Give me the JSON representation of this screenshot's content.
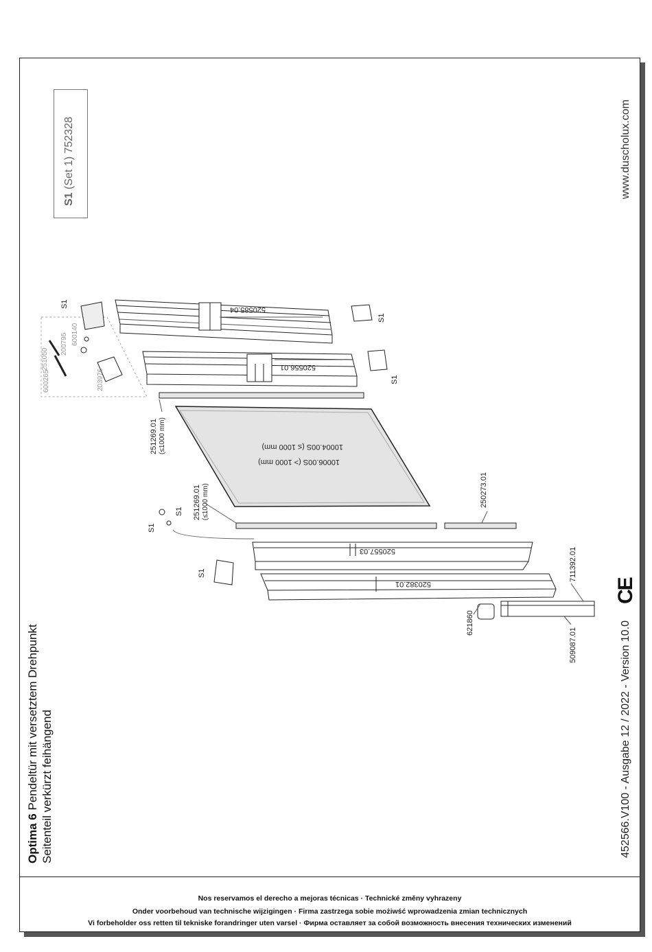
{
  "title": {
    "brand": "Optima 6",
    "product": "Pendeltür mit versetztem Drehpunkt",
    "subtitle": "Seitenteil verkürzt feihängend"
  },
  "set_box": {
    "code": "S1",
    "label": "(Set 1) 752328"
  },
  "website": "www.duscholux.com",
  "doc_version": "452566.V100 - Ausgabe 12 / 2022 - Version 10.0",
  "ce_mark": "CE",
  "notices": [
    "Nos reservamos el derecho a mejoras técnicas · Technické změny vyhrazeny",
    "Onder voorbehoud van technische wijzigingen · Firma zastrzega sobie możiwść wprowadzenia zmian technicznych",
    "Vi forbeholder oss retten til tekniske forandringer uten varsel · Фирма оставляет за собой возможность внесения технических изменений"
  ],
  "parts": {
    "top_profile": "520585.04",
    "door_profile": "520556.01",
    "glass_small": "10004.00S (≤ 1000 mm)",
    "glass_large": "10006.00S (> 1000 mm)",
    "seal_upper": "251269.01",
    "seal_upper_note": "(≤1000 mm)",
    "seal_lower": "251269.01",
    "seal_lower_note": "(≤1000 mm)",
    "seal_right": "250273.01",
    "profile_middle": "520557.03",
    "profile_bottom": "520382.01",
    "cap": "621860",
    "wall_profile": "509087.01",
    "wall_profile_top": "711392.01",
    "hw_1": "251050",
    "hw_2": "200795",
    "hw_3": "600140",
    "hw_4": "600265",
    "hw_5": "203976",
    "s1": "S1"
  }
}
